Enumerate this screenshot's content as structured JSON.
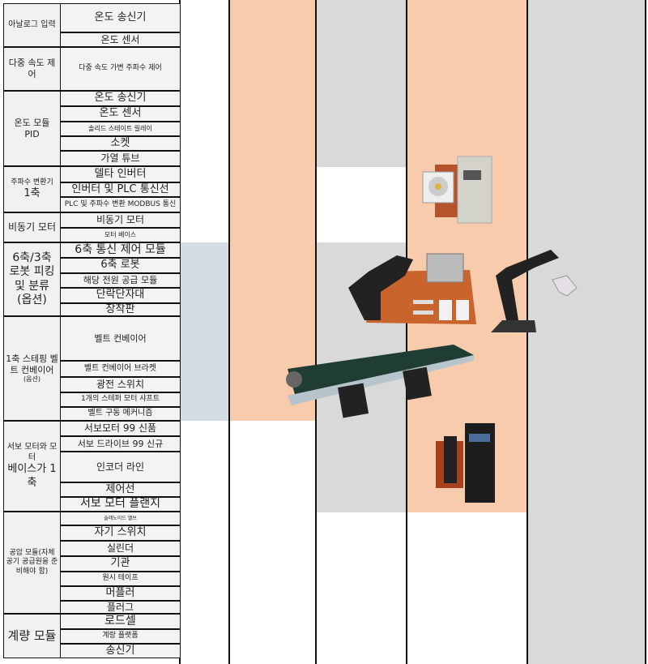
{
  "colors": {
    "peach": "#f8cbad",
    "gray": "#d9d9d9",
    "bluegray": "#d6dce4",
    "board": "#c8642c"
  },
  "groups": [
    {
      "label": "아날로그 입력",
      "items": [
        "온도 송신기",
        "온도 센서"
      ]
    },
    {
      "label": "다중 속도 제어",
      "items": [
        "다중 속도 가변 주파수 제어"
      ]
    },
    {
      "label": "온도 모듈 PID",
      "items": [
        "온도 송신기",
        "온도 센서",
        "솔리드 스테이트 릴레이",
        "소켓",
        "가열 튜브"
      ]
    },
    {
      "label": "주파수 변환기",
      "label2": "1축",
      "items": [
        "델타 인버터",
        "인버터 및 PLC 통신선",
        "PLC 및 주파수 변환 MODBUS 통신"
      ]
    },
    {
      "label": "비동기 모터",
      "items": [
        "비동기 모터",
        "모터 베이스"
      ]
    },
    {
      "label": "6축/3축 로봇 피킹 및 분류 (옵션)",
      "items": [
        "6축 통신 제어 모듈",
        "6축 로봇",
        "해당 전원 공급 모듈",
        "단락단자대",
        "장착판"
      ]
    },
    {
      "label": "1축 스테핑 벨트 컨베이어",
      "label2": "(옵션)",
      "items": [
        "벨트 컨베이어",
        "벨트 컨베이어 브라켓",
        "광전 스위치",
        "1개의 스테퍼 모터 샤프트",
        "벨트 구동 메커니즘"
      ]
    },
    {
      "label": "서보 모터와 모터",
      "label2": "베이스가 1축",
      "items": [
        "서보모터 99 신품",
        "서보 드라이브 99 신규",
        "인코더 라인",
        "제어선",
        "서보 모터 플랜지"
      ]
    },
    {
      "label": "공압 모듈(자체 공기 공급원을 준비해야 함)",
      "items": [
        "솔레노이드 밸브",
        "자기 스위치",
        "실린더",
        "기관",
        "원시 테이프",
        "머플러",
        "플러그"
      ]
    },
    {
      "label": "계량 모듈",
      "items": [
        "로드셀",
        "계량 플랫폼",
        "송신기"
      ]
    }
  ]
}
